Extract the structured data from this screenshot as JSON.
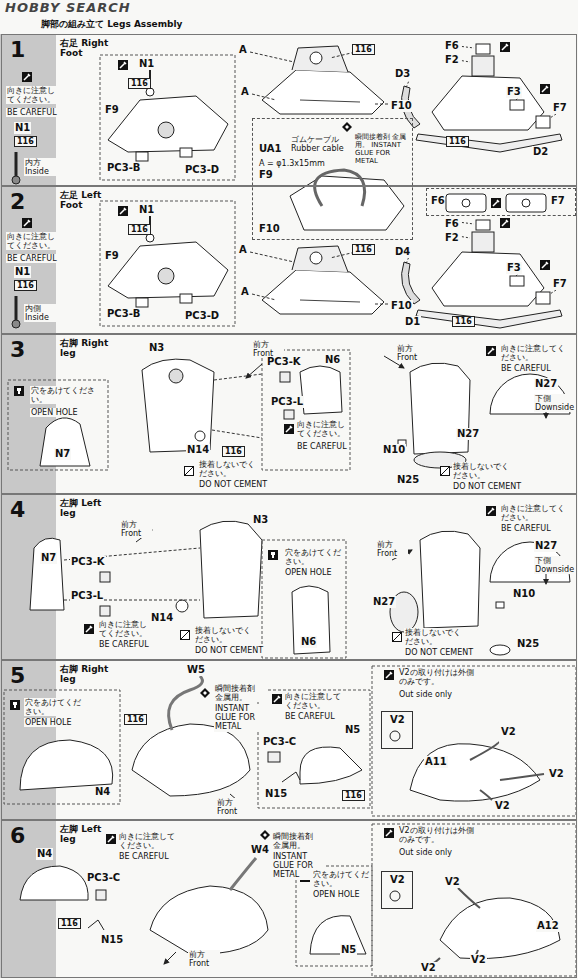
{
  "diagram": {
    "title": "脚部の組み立て Legs Assembly",
    "nodes": [
      {
        "text": [
          "1",
          "右足 Right Foot"
        ]
      },
      {
        "text": [
          "2",
          "左足 Left Foot"
        ]
      },
      {
        "text": [
          "3",
          "右脚 Right leg"
        ]
      },
      {
        "text": [
          "4",
          "左脚 Left leg"
        ]
      },
      {
        "text": [
          "5",
          "右脚 Right leg"
        ]
      },
      {
        "text": [
          "6",
          "左脚 Left leg"
        ]
      },
      {
        "text": [
          "UA1",
          "ゴムケーブル Rubber cable",
          "A = φ1.3x15mm",
          "瞬間接着剤 金属用。 INSTANT GLUE FOR METAL",
          "F9",
          "F10"
        ]
      },
      {
        "text": [
          "F6",
          "F7"
        ]
      },
      {
        "text": [
          "V2"
        ],
        "in": 4
      },
      {
        "text": [
          "V2"
        ],
        "in": 5
      }
    ],
    "labels": [
      "HOBBY SEARCH",
      "向きに注意してください。",
      "BE CAREFUL",
      "N1",
      "116",
      "内方 Inside",
      "N1",
      "116",
      "F9",
      "PC3-B",
      "PC3-D",
      "A",
      "116",
      "A",
      "F10",
      "F6",
      "F2",
      "D3",
      "F3",
      "F7",
      "116",
      "D2",
      "向きに注意してください。",
      "BE CAREFUL",
      "N1",
      "116",
      "内側 Inside",
      "N1",
      "116",
      "F9",
      "PC3-B",
      "PC3-D",
      "A",
      "A",
      "116",
      "F10",
      "F6",
      "F2",
      "D4",
      "F3",
      "F7",
      "D1",
      "116",
      "穴をあけてください。",
      "OPEN HOLE",
      "N7",
      "N3",
      "前方 Front",
      "N14",
      "116",
      "接着しないでください。",
      "DO NOT CEMENT",
      "PC3-K",
      "N6",
      "PC3-L",
      "向きに注意してください。",
      "BE CAREFUL",
      "前方 Front",
      "向きに注意してください。",
      "BE CAREFUL",
      "N27",
      "下側 Downside",
      "N10",
      "N27",
      "N25",
      "接着しないでください。",
      "DO NOT CEMENT",
      "N7",
      "PC3-K",
      "PC3-L",
      "向きに注意してください。",
      "BE CAREFUL",
      "前方 Front",
      "N3",
      "N14",
      "接着しないでください。",
      "DO NOT CEMENT",
      "穴をあけてください。",
      "OPEN HOLE",
      "N6",
      "前方 Front",
      "向きに注意してください。",
      "BE CAREFUL",
      "N27",
      "下側 Downside",
      "N27",
      "N10",
      "接着しないでください。",
      "DO NOT CEMENT",
      "N25",
      "穴をあけてください。",
      "OPEN HOLE",
      "N4",
      "W5",
      "瞬間接着剤 金属用。",
      "INSTANT GLUE FOR METAL",
      "116",
      "前方 Front",
      "向きに注意してください。",
      "BE CAREFUL",
      "N5",
      "PC3-C",
      "N15",
      "116",
      "V2の取り付けは外側のみです。",
      "Out side only",
      "V2",
      "A11",
      "V2",
      "V2",
      "向きに注意してください。",
      "BE CAREFUL",
      "N4",
      "PC3-C",
      "116",
      "N15",
      "W4",
      "瞬間接着剤 金属用。",
      "INSTANT GLUE FOR METAL",
      "穴をあけてください。",
      "OPEN HOLE",
      "N5",
      "前方 Front",
      "V2の取り付けは外側のみです。",
      "Out side only",
      "V2",
      "A12",
      "V2",
      "V2"
    ]
  }
}
